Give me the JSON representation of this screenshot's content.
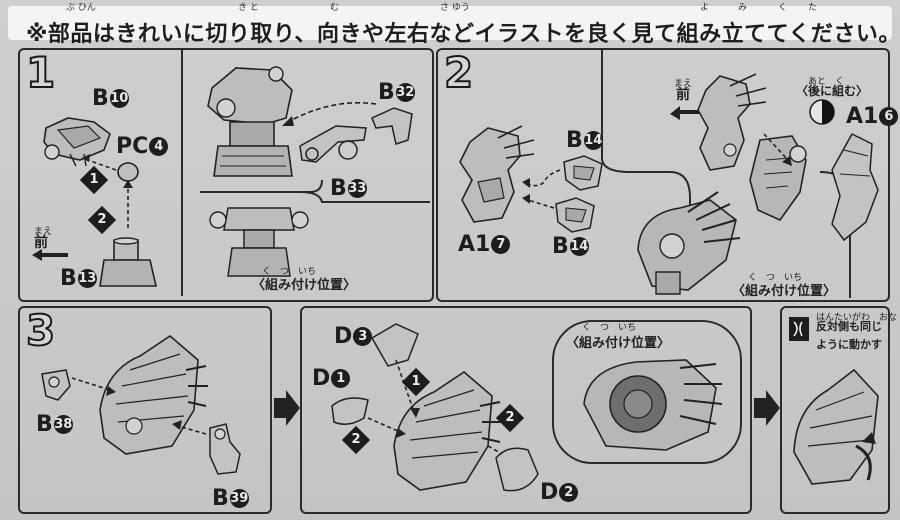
{
  "header": {
    "text": "※部品はきれいに切り取り、向きや左右などイラストを良く見て組み立ててください。",
    "ruby": [
      "ぶ ひん",
      "き と",
      "む",
      "さ ゆう",
      "よ",
      "み",
      "く",
      "た"
    ]
  },
  "steps": [
    {
      "number": "1",
      "labels": {
        "b10": "B",
        "b10_n": "10",
        "pc4": "PC",
        "pc4_n": "4",
        "b13": "B",
        "b13_n": "13",
        "b32": "B",
        "b32_n": "32",
        "b33": "B",
        "b33_n": "33",
        "front": "前",
        "front_ruby": "まえ",
        "arrow1": "1",
        "arrow2": "2",
        "position": "〈組み付け位置〉",
        "position_ruby": "く　つ　いち"
      }
    },
    {
      "number": "2",
      "labels": {
        "b14a": "B",
        "b14a_n": "14",
        "b14b": "B",
        "b14b_n": "14",
        "a17": "A1",
        "a17_n": "7",
        "front": "前",
        "front_ruby": "まえ",
        "later": "〈後に組む〉",
        "later_ruby": "あと　く",
        "a16": "A1",
        "a16_n": "6",
        "position": "〈組み付け位置〉",
        "position_ruby": "く　つ　いち"
      }
    },
    {
      "number": "3",
      "labels": {
        "b38": "B",
        "b38_n": "38",
        "b39": "B",
        "b39_n": "39",
        "d3": "D",
        "d3_n": "3",
        "d1": "D",
        "d1_n": "1",
        "d2": "D",
        "d2_n": "2",
        "position": "〈組み付け位置〉",
        "position_ruby": "く　つ　いち",
        "opposite": "反対側も同じ",
        "opposite2": "ように動かす",
        "opposite_ruby": "はんたいがわ　おな",
        "arrow1": "1",
        "arrow2a": "2",
        "arrow2b": "2"
      }
    }
  ],
  "colors": {
    "ink": "#1d1d1d",
    "paper": "#c9c9c7",
    "banner": "#f4f4f2"
  }
}
